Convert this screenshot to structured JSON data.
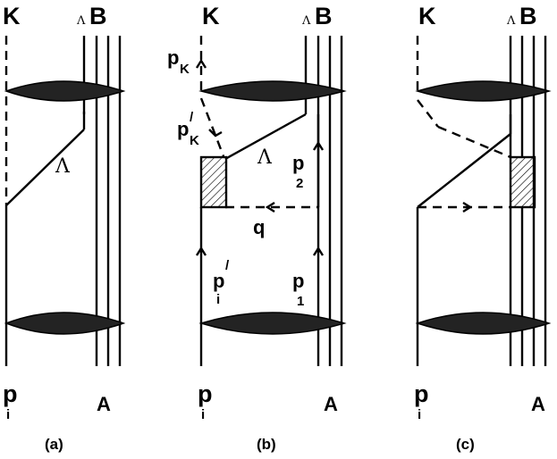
{
  "panels": [
    {
      "caption": "(a)",
      "top_left": "K",
      "top_right_sub": "Λ",
      "top_right": "B",
      "bottom_left": "p",
      "bottom_left_sub": "i",
      "bottom_right": "A",
      "line_label": "Λ"
    },
    {
      "caption": "(b)",
      "top_left": "K",
      "top_right_sub": "Λ",
      "top_right": "B",
      "bottom_left": "p",
      "bottom_left_sub": "i",
      "bottom_right": "A",
      "line_label": "Λ",
      "pk_top": "p",
      "pk_top_sub": "K",
      "pk_mid": "p",
      "pk_mid_prime": "/",
      "pk_mid_sub": "K",
      "p2": "p",
      "p2_sub": "2",
      "q": "q",
      "pi_prime": "p",
      "pi_prime_mark": "/",
      "pi_prime_sub": "i",
      "p1": "p",
      "p1_sub": "1"
    },
    {
      "caption": "(c)",
      "top_left": "K",
      "top_right_sub": "Λ",
      "top_right": "B",
      "bottom_left": "p",
      "bottom_left_sub": "i",
      "bottom_right": "A"
    }
  ]
}
